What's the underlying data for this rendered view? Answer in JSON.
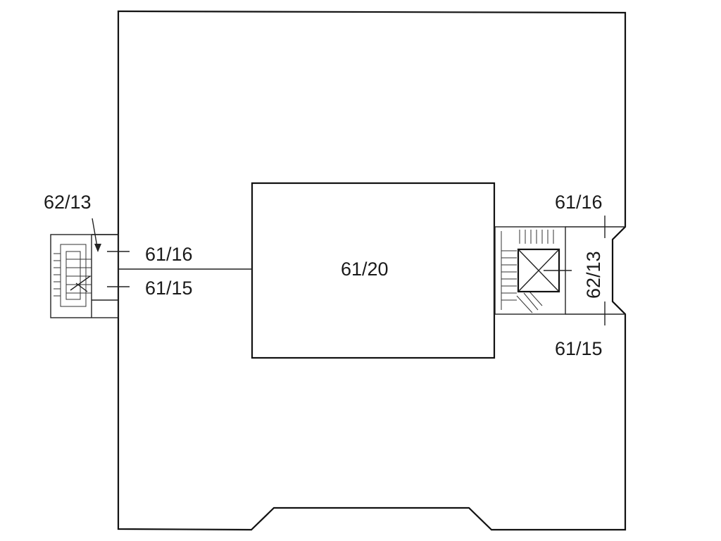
{
  "labels": {
    "left_top": "62/13",
    "left_upper": "61/16",
    "left_lower": "61/15",
    "center": "61/20",
    "right_top": "61/16",
    "right_vertical": "62/13",
    "right_bottom": "61/15"
  },
  "colors": {
    "line": "#111111",
    "background": "#ffffff"
  }
}
